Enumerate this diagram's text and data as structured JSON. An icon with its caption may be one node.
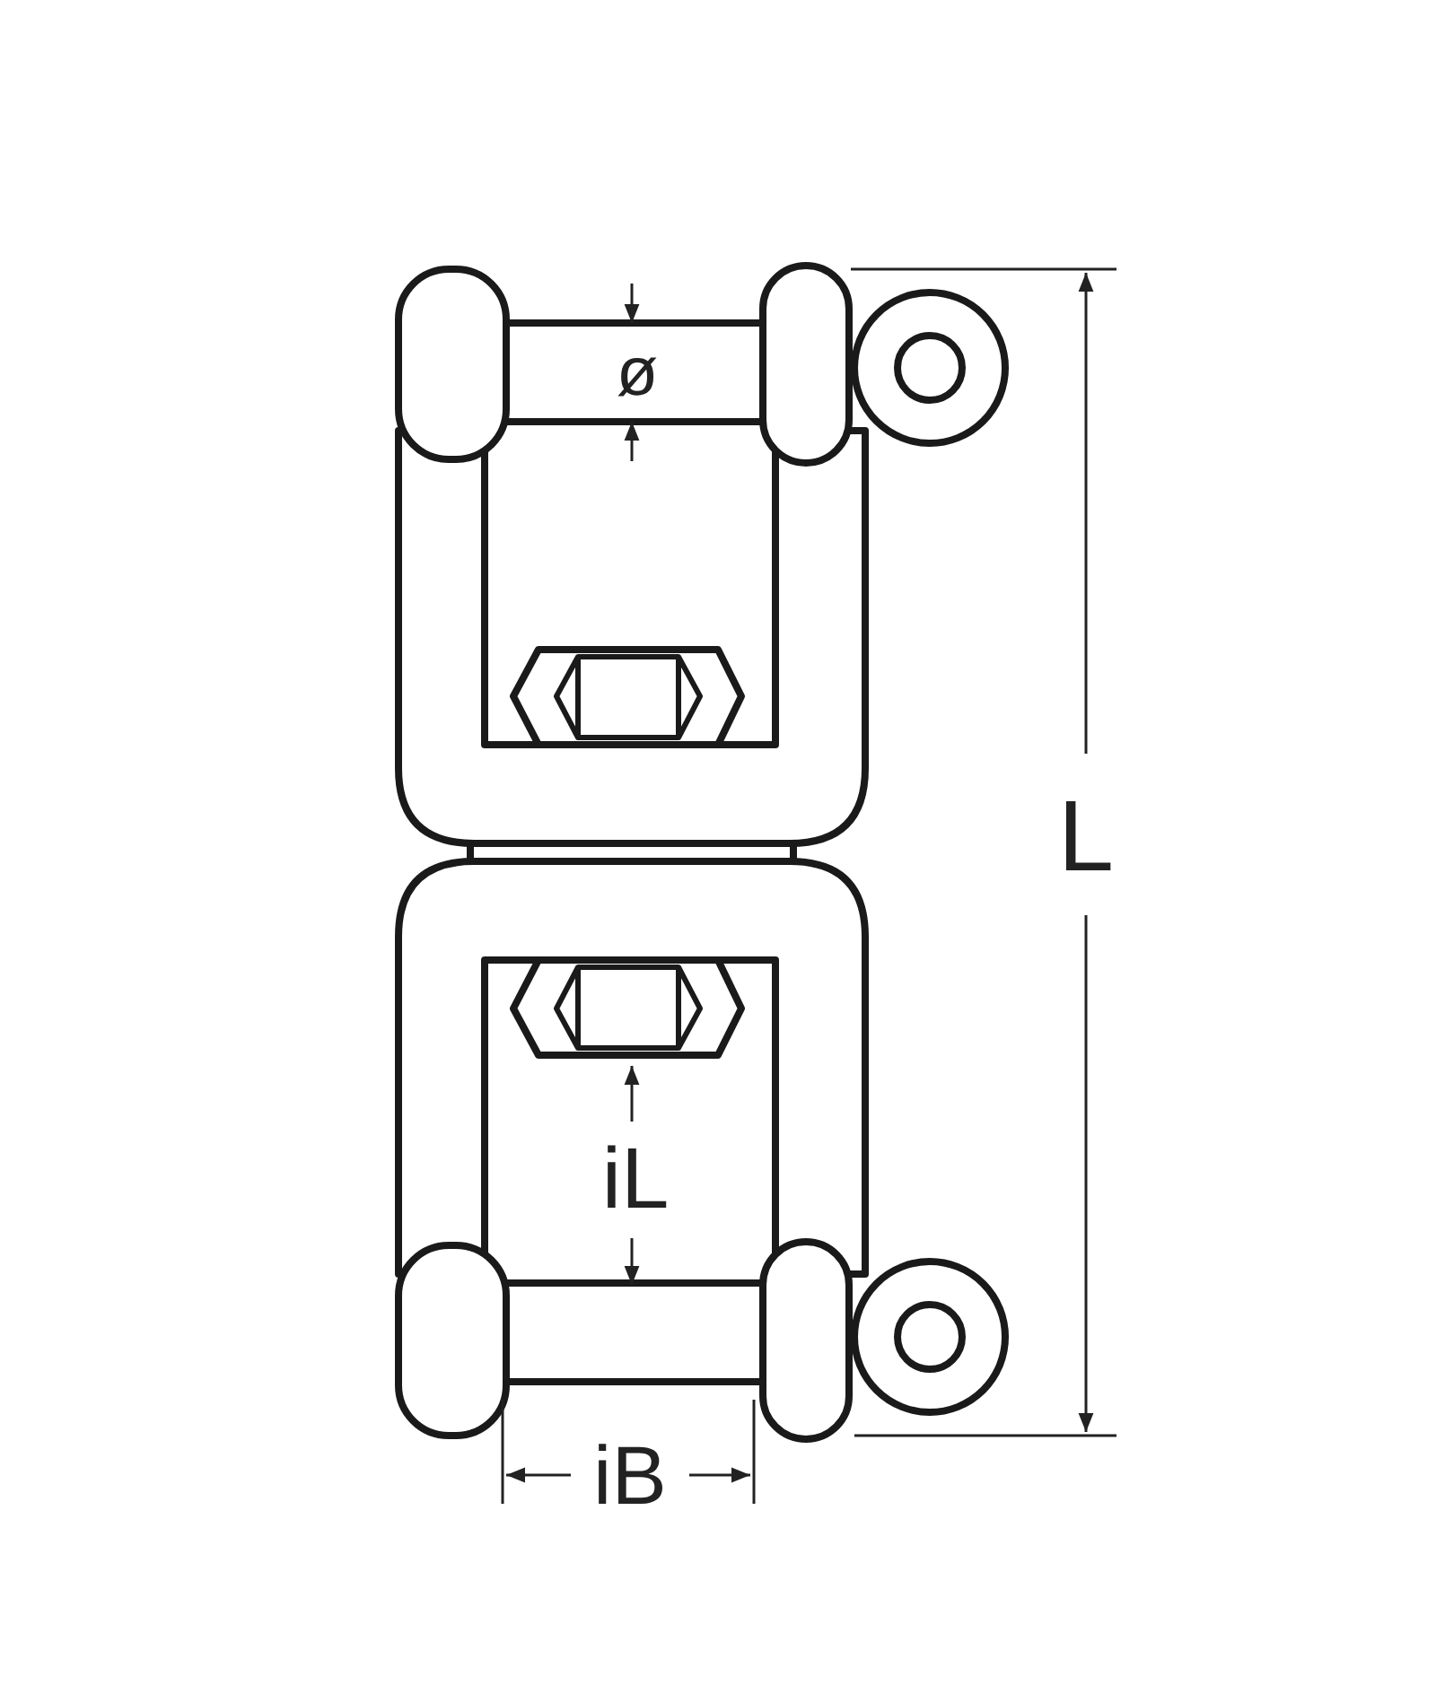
{
  "diagram": {
    "labels": [
      "ø",
      "L",
      "iL",
      "iB"
    ]
  }
}
